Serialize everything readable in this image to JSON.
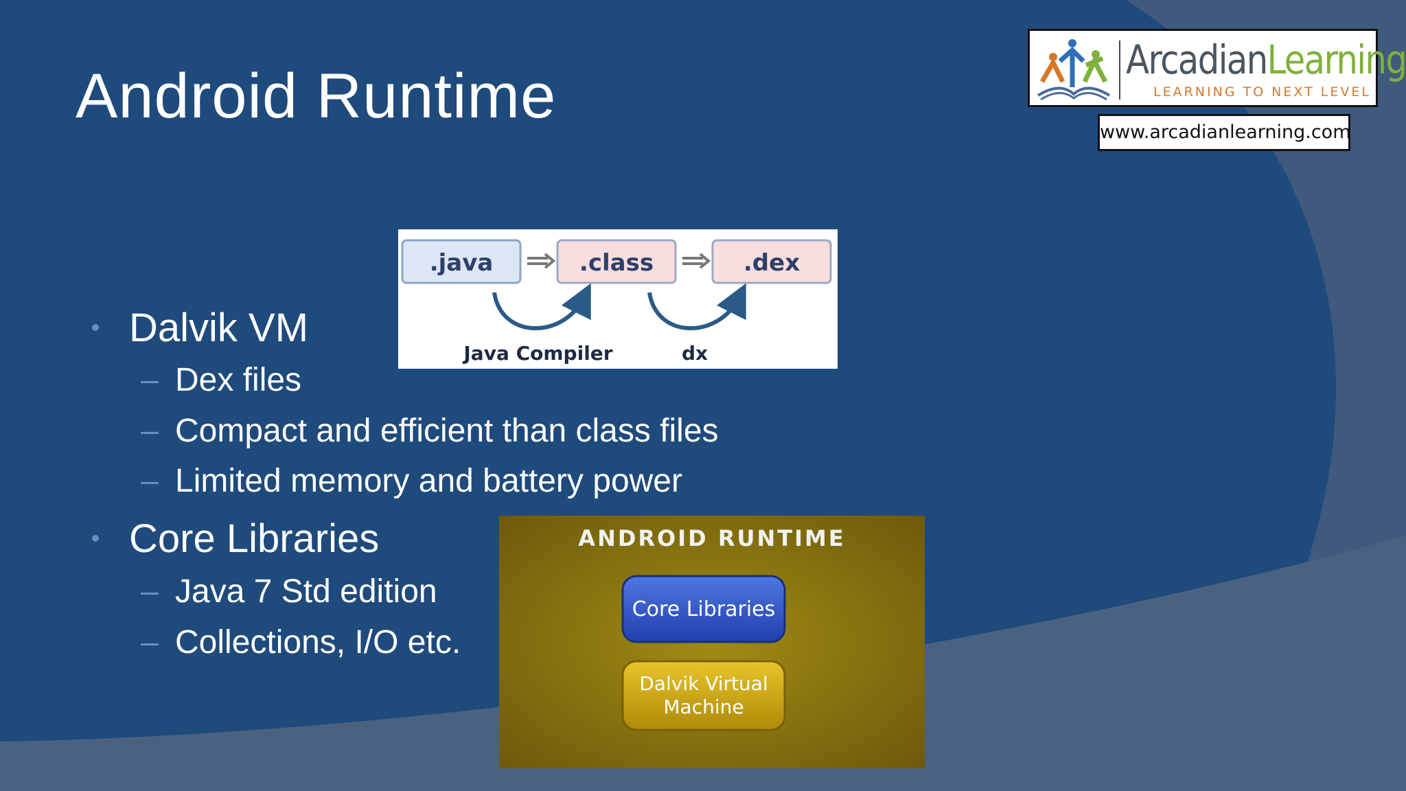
{
  "slide": {
    "title": "Android Runtime"
  },
  "logo": {
    "brand_part1": "Arcadian",
    "brand_part2": "Learning",
    "tagline": "LEARNING TO NEXT LEVEL",
    "url": "www.arcadianlearning.com"
  },
  "bullets": [
    {
      "text": "Dalvik VM",
      "sub": [
        "Dex files",
        "Compact and efficient than class files",
        "Limited memory and battery power"
      ]
    },
    {
      "text": "Core Libraries",
      "sub": [
        "Java 7 Std edition",
        "Collections, I/O etc."
      ]
    }
  ],
  "compile_diagram": {
    "stages": [
      ".java",
      ".class",
      ".dex"
    ],
    "steps": [
      "Java Compiler",
      "dx"
    ]
  },
  "runtime_diagram": {
    "heading": "ANDROID RUNTIME",
    "box1": "Core Libraries",
    "box2_line1": "Dalvik Virtual",
    "box2_line2": "Machine"
  },
  "colors": {
    "background": "#1f4a7c",
    "bullet_marker": "#6b8fbd",
    "logo_green": "#7fb13c",
    "logo_orange": "#d7772a",
    "runtime_bg": "#8f7d10",
    "core_box": "#2f56c8",
    "dalvik_box": "#d0a80e"
  }
}
